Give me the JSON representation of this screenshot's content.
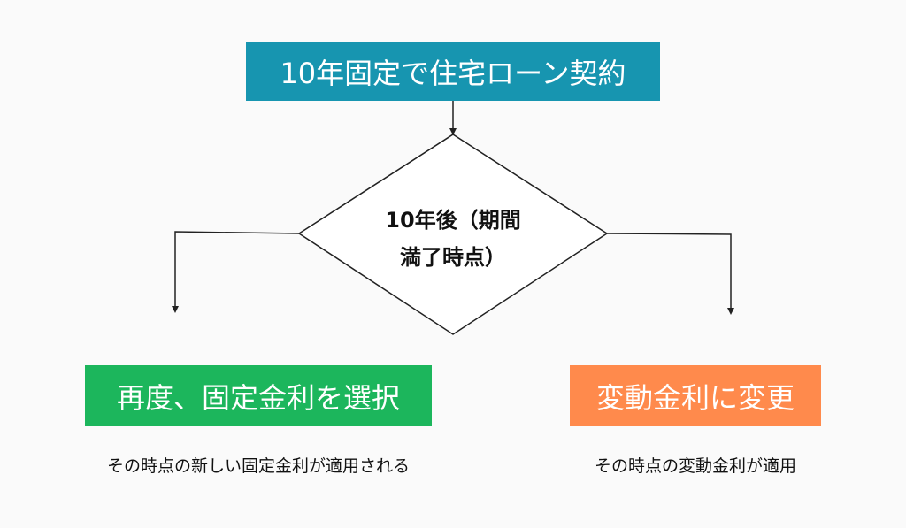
{
  "start": {
    "label": "10年固定で住宅ローン契約"
  },
  "decision": {
    "line1": "10年後（期間",
    "line2": "満了時点）"
  },
  "left_option": {
    "label": "再度、固定金利を選択",
    "note": "その時点の新しい固定金利が適用される"
  },
  "right_option": {
    "label": "変動金利に変更",
    "note": "その時点の変動金利が適用"
  },
  "colors": {
    "start_box": "#1795b0",
    "left_box": "#1cb65c",
    "right_box": "#ff8a4c",
    "line": "#222222",
    "background": "#fafafa"
  }
}
